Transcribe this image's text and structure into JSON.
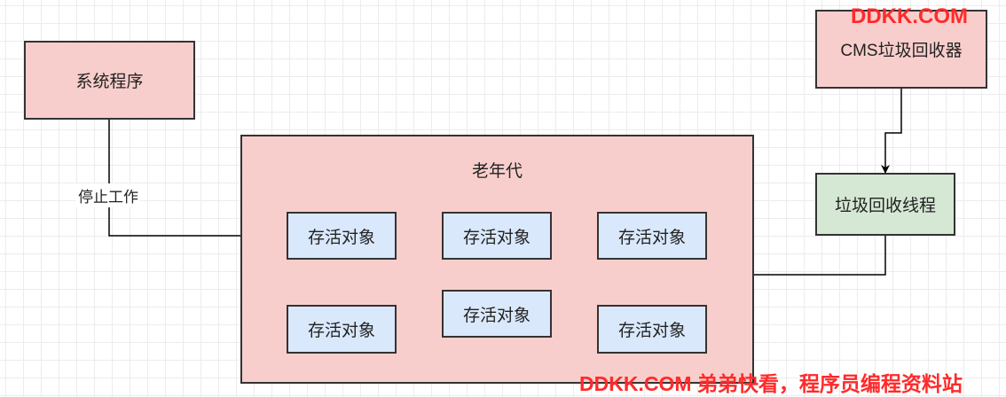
{
  "nodes": {
    "system_program": "系统程序",
    "old_generation": "老年代",
    "cms_collector": "CMS垃圾回收器",
    "gc_thread": "垃圾回收线程",
    "live_objects": [
      "存活对象",
      "存活对象",
      "存活对象",
      "存活对象",
      "存活对象",
      "存活对象"
    ]
  },
  "edges": {
    "stop_work_label": "停止工作"
  },
  "watermarks": {
    "top": "DDKK.COM",
    "bottom": "DDKK.COM 弟弟快看，程序员编程资料站"
  },
  "colors": {
    "pink_fill": "#f8cecc",
    "blue_fill": "#dae8fc",
    "green_fill": "#d5e8d4",
    "watermark": "#ff2a2a"
  }
}
